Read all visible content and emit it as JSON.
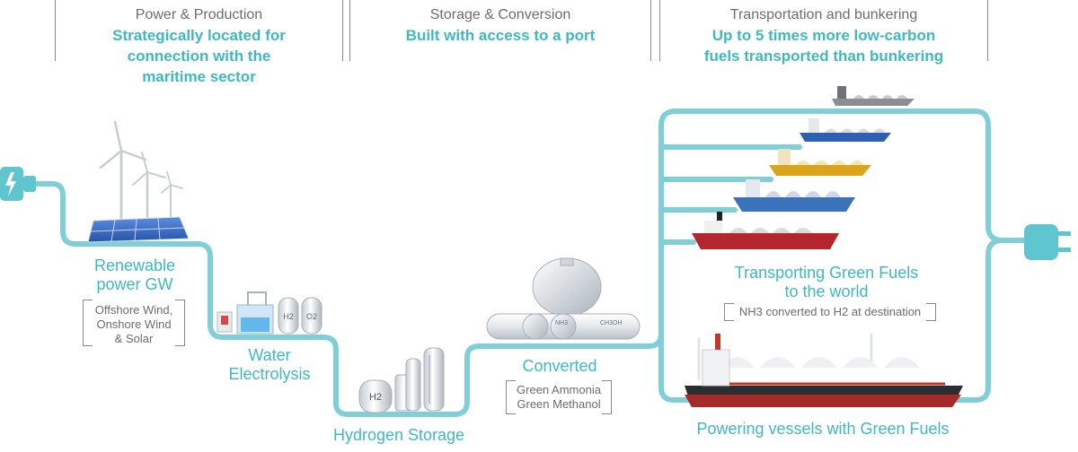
{
  "headers": [
    {
      "category": "Power & Production",
      "tagline": [
        "Strategically located for",
        "connection with the",
        "maritime sector"
      ]
    },
    {
      "category": "Storage & Conversion",
      "tagline": [
        "Built with access to a port"
      ]
    },
    {
      "category": "Transportation and bunkering",
      "tagline": [
        "Up to 5 times more low-carbon",
        "fuels transported than bunkering"
      ]
    }
  ],
  "stages": {
    "renewable": {
      "title": [
        "Renewable",
        "power GW"
      ],
      "details": [
        "Offshore Wind,",
        "Onshore Wind",
        "& Solar"
      ]
    },
    "electrolysis": {
      "title": [
        "Water",
        "Electrolysis"
      ]
    },
    "hydrogen_storage": {
      "title": "Hydrogen Storage"
    },
    "converted": {
      "title": "Converted",
      "details": [
        "Green Ammonia",
        "Green Methanol"
      ]
    },
    "transporting": {
      "title": [
        "Transporting Green Fuels",
        "to the world"
      ],
      "details": [
        "NH3 converted to H2 at destination"
      ]
    },
    "powering": {
      "title": "Powering vessels with Green Fuels"
    }
  },
  "equipment_labels": {
    "electrolyser_tanks": [
      "H2",
      "O2"
    ],
    "storage_tank": "H2",
    "conversion_tanks": [
      "NH3",
      "CH3OH"
    ]
  },
  "colors": {
    "accent": "#3fb8c1",
    "text_grey": "#6d6d6d",
    "border_grey": "#8a8a8a",
    "pipe": "#7fcfd8"
  },
  "icons": [
    "power-plug-icon",
    "wind-turbine-icon",
    "solar-panel-icon",
    "electrolyser-icon",
    "hydrogen-tank-icon",
    "conversion-plant-icon",
    "tanker-ship-icon",
    "outlet-plug-icon"
  ]
}
